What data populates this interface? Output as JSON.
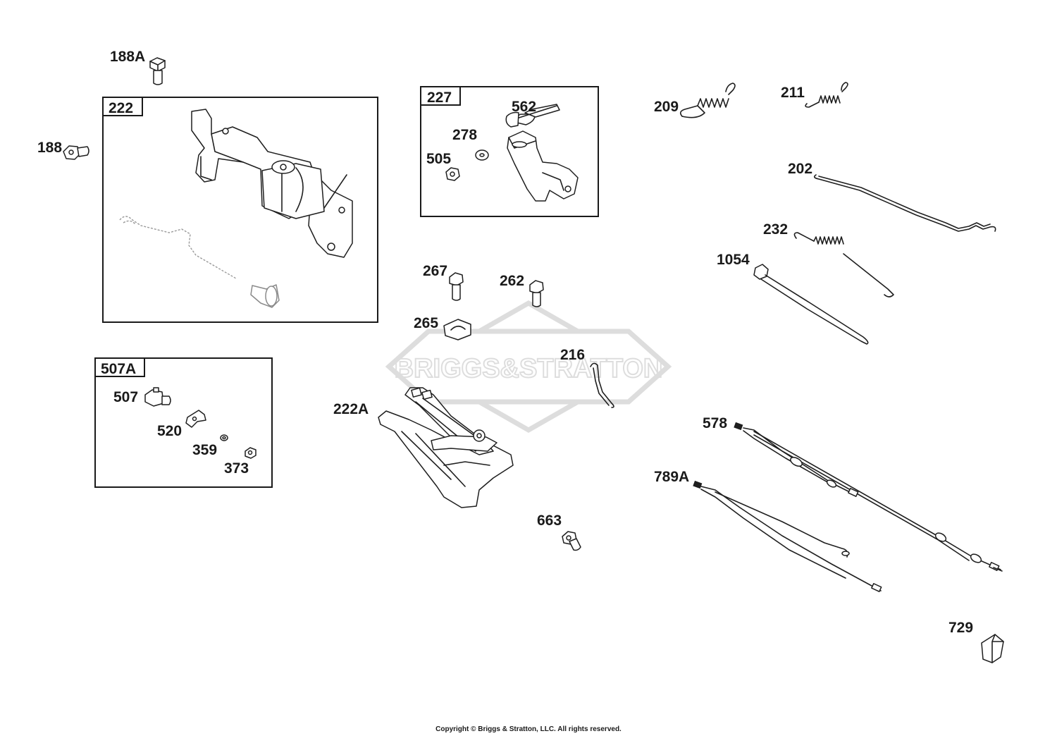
{
  "watermark": "BRIGGS&STRATTON",
  "copyright": "Copyright © Briggs & Stratton, LLC. All rights reserved.",
  "boxes": {
    "b222": "222",
    "b227": "227",
    "b507A": "507A"
  },
  "labels": {
    "p188A": "188A",
    "p188": "188",
    "p562": "562",
    "p278": "278",
    "p505": "505",
    "p209": "209",
    "p211": "211",
    "p202": "202",
    "p232": "232",
    "p1054": "1054",
    "p267": "267",
    "p262": "262",
    "p265": "265",
    "p216": "216",
    "p222A": "222A",
    "p507": "507",
    "p520": "520",
    "p359": "359",
    "p373": "373",
    "p578": "578",
    "p789A": "789A",
    "p663": "663",
    "p729": "729"
  }
}
